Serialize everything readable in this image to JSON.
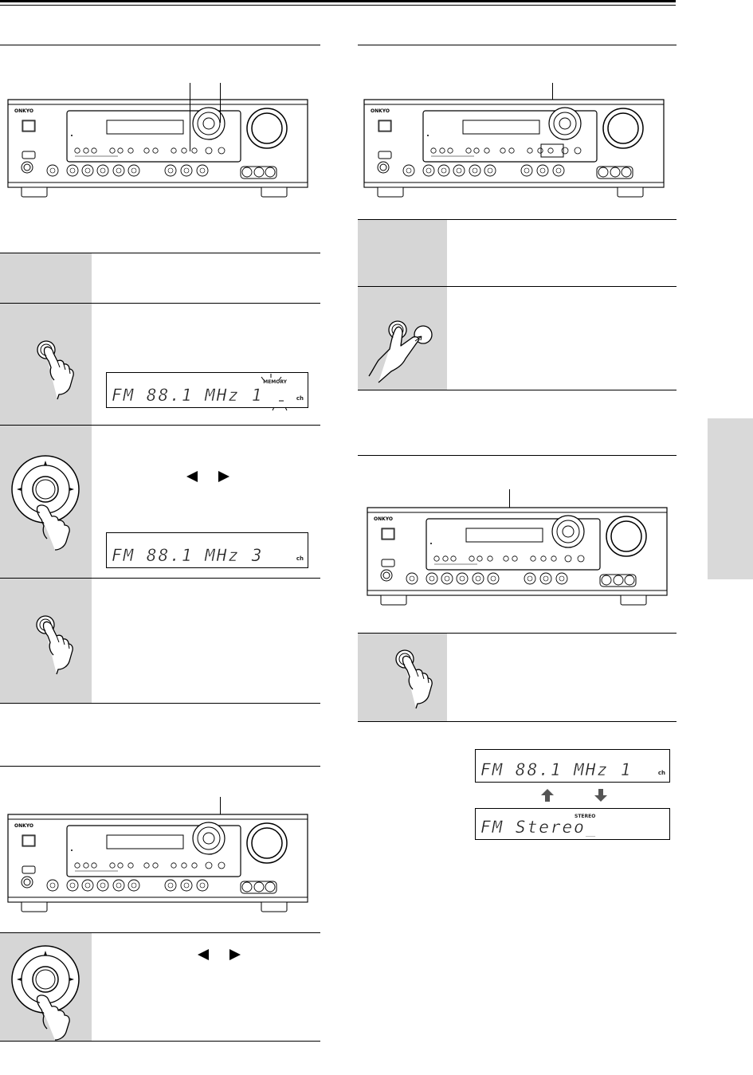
{
  "brand": {
    "name": "ONKYO"
  },
  "displays": {
    "memory": {
      "text": "FM  88.1 MHz  1",
      "indicator": "MEMORY",
      "unit": "ch"
    },
    "preset": {
      "text": "FM  88.1 MHz  3",
      "unit": "ch"
    },
    "display_top": {
      "text": "FM  88.1 MHz  1",
      "unit": "ch"
    },
    "display_bottom": {
      "text": "FM Stereo_",
      "indicator": "STEREO"
    }
  },
  "icons": [
    "receiver-front-panel",
    "finger-press-button",
    "finger-rotate-dial",
    "two-finger-press",
    "left-arrow-icon",
    "right-arrow-icon",
    "up-arrow-icon",
    "down-arrow-icon"
  ]
}
